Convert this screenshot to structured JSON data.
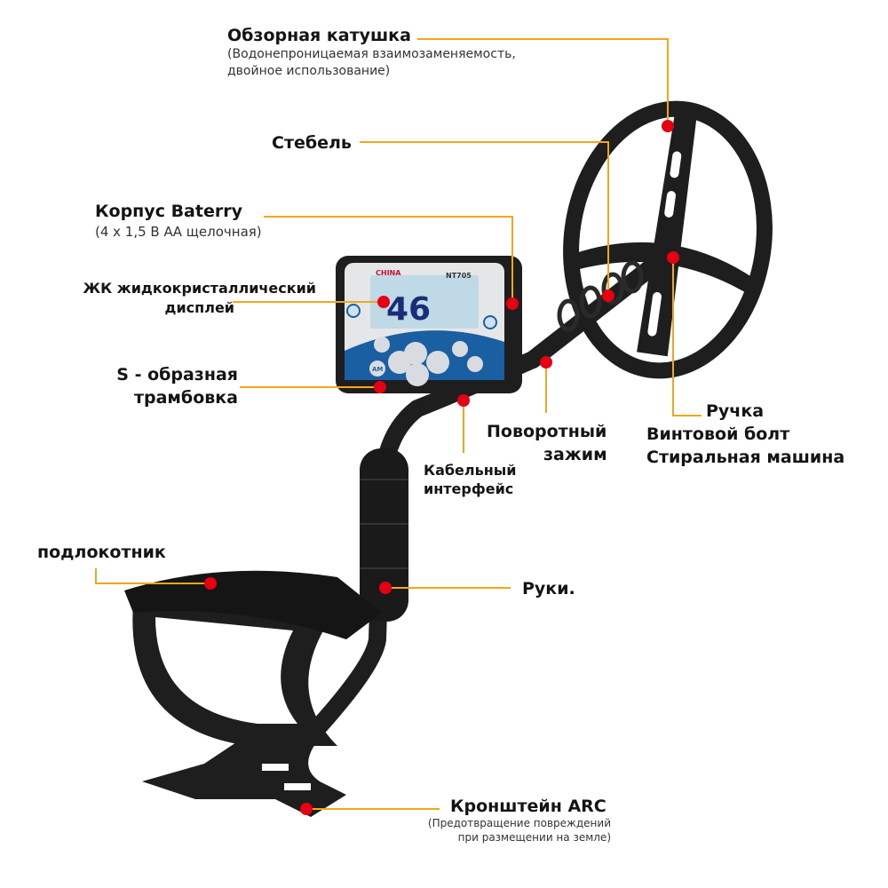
{
  "colors": {
    "leader": "#f2a71b",
    "dot": "#e60012",
    "body": "#1e1e1e",
    "panel": "#1b5fa3",
    "lcd": "#bfd9e6"
  },
  "device": {
    "brand": "CHINA",
    "model": "NT705",
    "lcd_reading": "46",
    "am_button": "AM"
  },
  "labels": {
    "coil": {
      "title": "Обзорная катушка",
      "sub1": "(Водонепроницаемая взаимозаменяемость,",
      "sub2": "двойное использование)"
    },
    "stem": {
      "title": "Стебель"
    },
    "battery": {
      "title": "Корпус Baterry",
      "sub": "(4 x 1,5 В АА щелочная)"
    },
    "lcd": {
      "line1": "ЖК жидкокристаллический",
      "line2": "дисплей"
    },
    "s_shaft": {
      "line1": "S - образная",
      "line2": "трамбовка"
    },
    "clamp": {
      "line1": "Поворотный",
      "line2": "зажим"
    },
    "cable": {
      "line1": "Кабельный",
      "line2": "интерфейс"
    },
    "handle": {
      "line1": "Ручка",
      "line2": "Винтовой болт",
      "line3": "Стиральная машина"
    },
    "armrest": {
      "title": "подлокотник"
    },
    "hands": {
      "title": "Руки."
    },
    "arc": {
      "title": "Кронштейн ARC",
      "sub1": "(Предотвращение повреждений",
      "sub2": "при размещении на земле)"
    }
  }
}
